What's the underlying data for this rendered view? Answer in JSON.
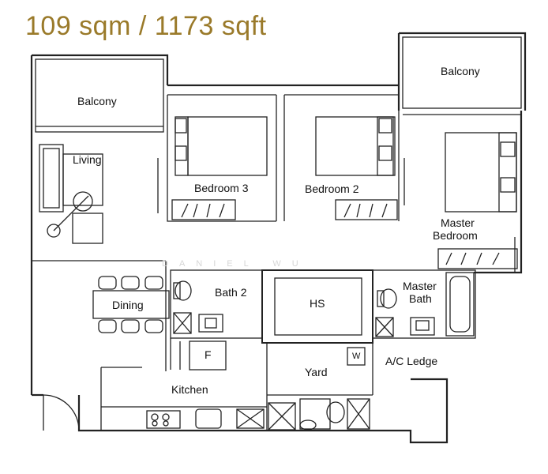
{
  "title": "109 sqm / 1173 sqft",
  "watermark": "DANIEL WU",
  "rooms": {
    "balcony_left": "Balcony",
    "balcony_right": "Balcony",
    "living": "Living",
    "bedroom3": "Bedroom 3",
    "bedroom2": "Bedroom 2",
    "master_bedroom_line1": "Master",
    "master_bedroom_line2": "Bedroom",
    "dining": "Dining",
    "bath2": "Bath 2",
    "hs": "HS",
    "master_bath_line1": "Master",
    "master_bath_line2": "Bath",
    "fridge": "F",
    "yard": "Yard",
    "ac_ledge": "A/C Ledge",
    "kitchen": "Kitchen",
    "washer": "W"
  },
  "colors": {
    "title": "#9a7a2a",
    "lines": "#222222"
  }
}
